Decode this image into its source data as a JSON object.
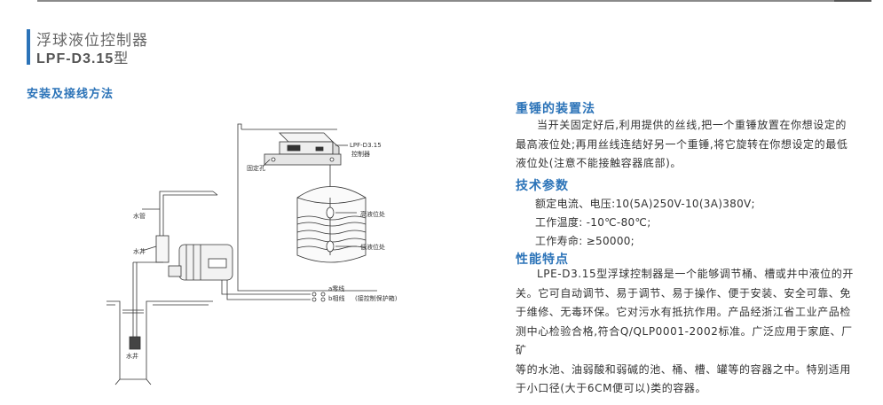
{
  "header": {
    "title_cn": "浮球液位控制器",
    "model": "LPF-D3.15",
    "model_suffix": "型"
  },
  "install": {
    "heading": "安装及接线方法",
    "labels": {
      "controller": "LPF-D3.15",
      "controller_sub": "控制器",
      "fixing_hole": "固定孔",
      "water_pipe": "水管",
      "well_top": "水井",
      "high_level": "高液位处",
      "low_level": "低液位处",
      "wire_a": "a零线",
      "wire_b": "b相线",
      "protect_box": "(接控制保护箱)",
      "well_bottom": "水井"
    }
  },
  "weight": {
    "heading": "重锤的装置法",
    "lines": [
      "当开关固定好后,利用提供的丝线,把一个重锤放置在你想设定的",
      "最高液位处;再用丝线连结好另一个重锤,将它旋转在你想设定的最低",
      "液位处(注意不能接触容器底部)。"
    ]
  },
  "tech": {
    "heading": "技术参数",
    "specs": [
      "额定电流、电压:10(5A)250V-10(3A)380V;",
      "工作温度: -10℃-80℃;",
      "工作寿命: ≥50000;"
    ]
  },
  "features": {
    "heading": "性能特点",
    "lines": [
      "LPE-D3.15型浮球控制器是一个能够调节桶、槽或井中液位的开",
      "关。它可自动调节、易于调节、易于操作、便于安装、安全可靠、免",
      "于维修、无毒环保。它对污水有抵抗作用。产品经浙江省工业产品检",
      "测中心检验合格,符合Q/QLP0001-2002标准。广泛应用于家庭、厂矿",
      "等的水池、油弱酸和弱碱的池、桶、槽、罐等的容器之中。特别适用",
      "于小口径(大于6CM便可以)类的容器。"
    ]
  }
}
